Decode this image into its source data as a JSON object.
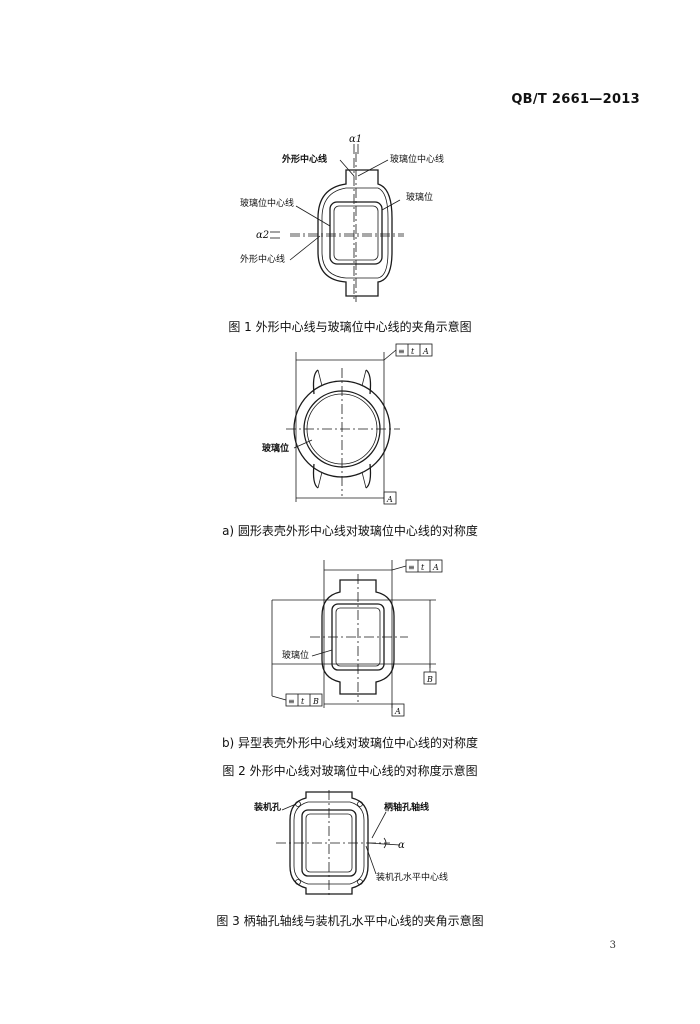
{
  "header": {
    "standard_code": "QB/T 2661—2013"
  },
  "figure1": {
    "caption": "图 1   外形中心线与玻璃位中心线的夹角示意图",
    "labels": {
      "outer_center_top": "外形中心线",
      "glass_center_top": "玻璃位中心线",
      "glass_center_left": "玻璃位中心线",
      "glass_position": "玻璃位",
      "outer_center_left": "外形中心线",
      "alpha1": "α1",
      "alpha2": "α2"
    }
  },
  "figure2a": {
    "caption": "a)  圆形表壳外形中心线对玻璃位中心线的对称度",
    "labels": {
      "glass_position": "玻璃位",
      "datum": "A"
    },
    "tolerance": {
      "symbol": "≡",
      "value": "t",
      "datum": "A"
    }
  },
  "figure2b": {
    "caption": "b)  异型表壳外形中心线对玻璃位中心线的对称度",
    "labels": {
      "glass_position": "玻璃位",
      "datum_a": "A",
      "datum_b": "B"
    },
    "tolerance_top": {
      "symbol": "≡",
      "value": "t",
      "datum": "A"
    },
    "tolerance_left": {
      "symbol": "≡",
      "value": "t",
      "datum": "B"
    }
  },
  "figure2": {
    "caption": "图 2   外形中心线对玻璃位中心线的对称度示意图"
  },
  "figure3": {
    "caption": "图 3   柄轴孔轴线与装机孔水平中心线的夹角示意图",
    "labels": {
      "mounting_hole": "装机孔",
      "stem_hole_axis": "柄轴孔轴线",
      "alpha": "α",
      "mounting_hole_h_center": "装机孔水平中心线"
    }
  },
  "footer": {
    "page_number": "3"
  }
}
